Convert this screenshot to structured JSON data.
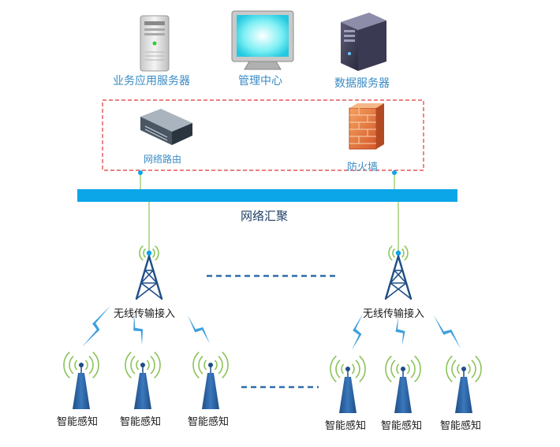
{
  "servers": {
    "app_server": "业务应用服务器",
    "management_center": "管理中心",
    "data_server": "数据服务器"
  },
  "security_zone": {
    "router": "网络路由",
    "firewall": "防火墙"
  },
  "backbone": {
    "label": "网络汇聚"
  },
  "access_points": [
    {
      "label": "无线传输接入"
    },
    {
      "label": "无线传输接入"
    }
  ],
  "sensors": [
    {
      "label": "智能感知"
    },
    {
      "label": "智能感知"
    },
    {
      "label": "智能感知"
    },
    {
      "label": "智能感知"
    },
    {
      "label": "智能感知"
    },
    {
      "label": "智能感知"
    }
  ],
  "colors": {
    "backbone": "#0aa6e8",
    "tower": "#1f4e86",
    "signal": "#8cc35b",
    "bolt": "#3ea0dd",
    "zone_border": "#e0363b",
    "label_blue": "#3a8bc4"
  }
}
